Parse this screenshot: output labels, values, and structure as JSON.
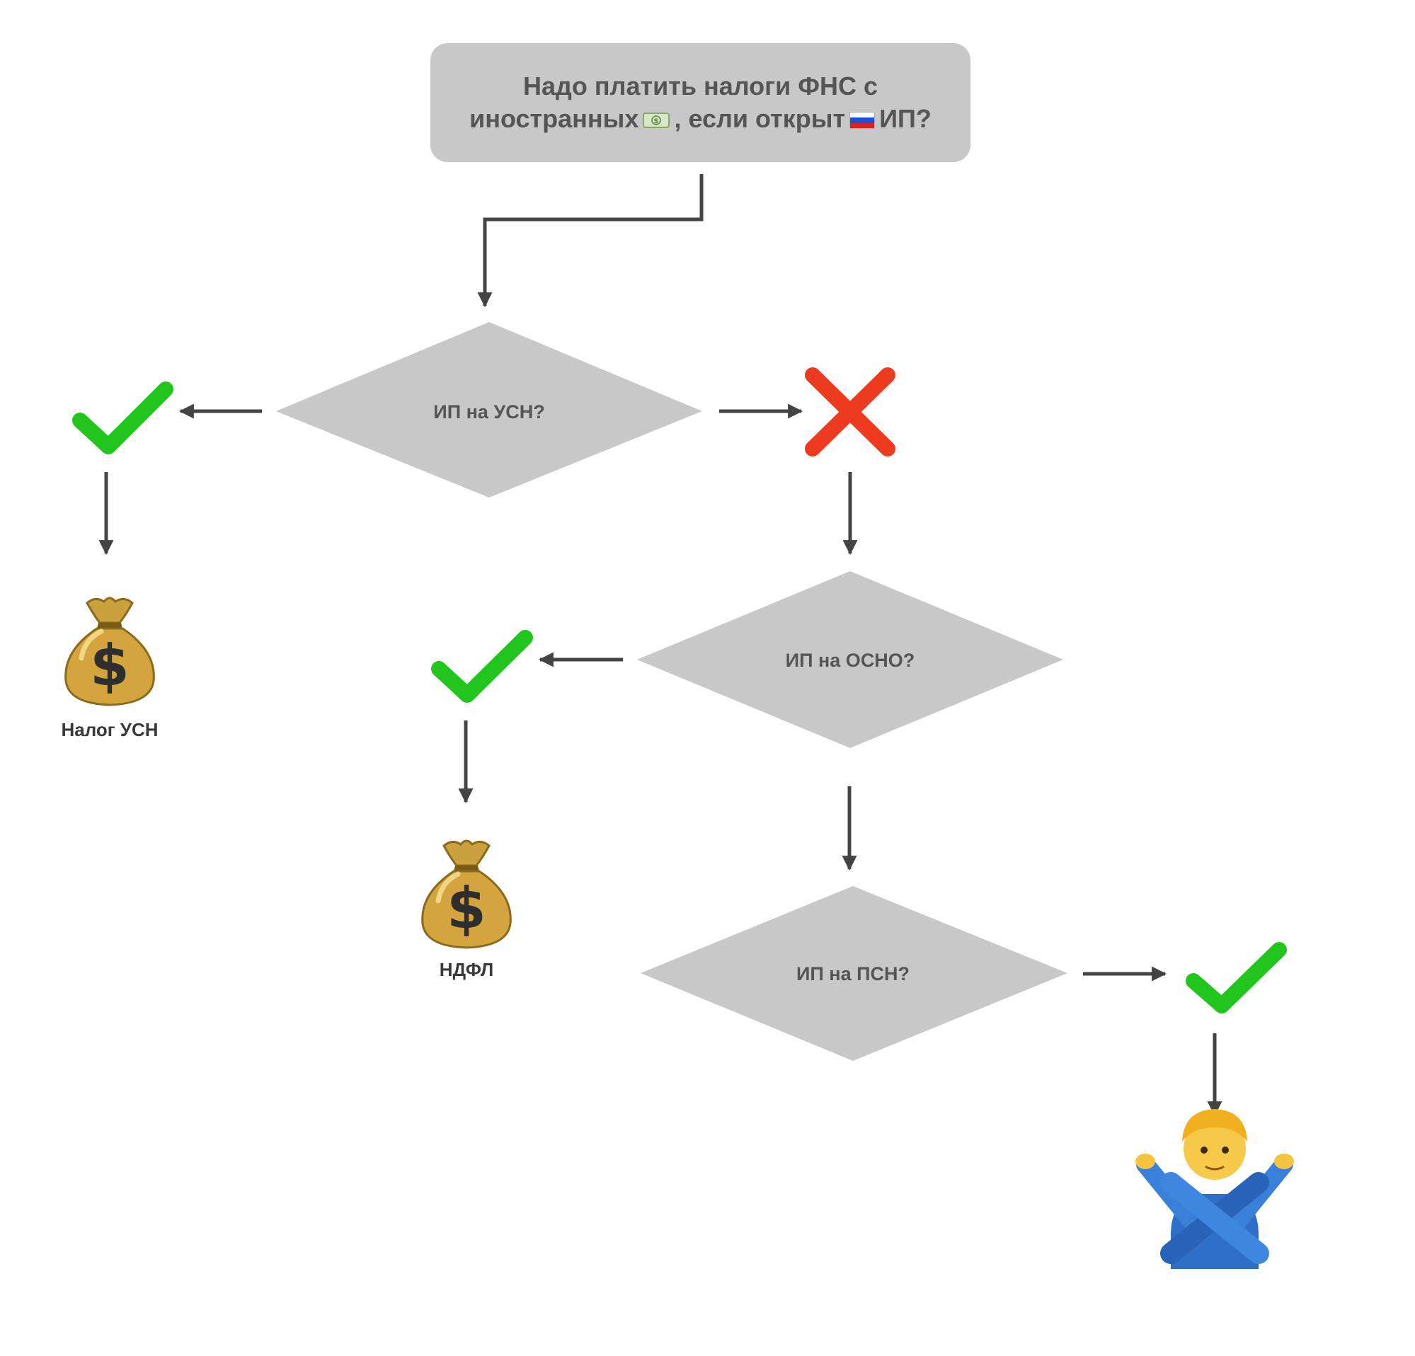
{
  "title_box": {
    "line1": "Надо платить налоги ФНС с",
    "line2_part1": "иностранных",
    "line2_part2": ", если открыт",
    "line2_part3": "ИП?",
    "icons": [
      "money-banknote-icon",
      "russia-flag-icon"
    ]
  },
  "decisions": [
    {
      "id": "usn",
      "question": "ИП на УСН?",
      "yes_branch": "left",
      "no_branch": "right"
    },
    {
      "id": "osno",
      "question": "ИП на ОСНО?",
      "yes_branch": "left",
      "no_branch": "down"
    },
    {
      "id": "psn",
      "question": "ИП на ПСН?",
      "yes_branch": "right"
    }
  ],
  "results": [
    {
      "icon": "money-bag-icon",
      "label": "Налог УСН"
    },
    {
      "icon": "money-bag-icon",
      "label": "НДФЛ"
    },
    {
      "icon": "person-gesturing-no-icon",
      "label": ""
    }
  ],
  "colors": {
    "box_fill": "#c8c8c8",
    "text": "#555555",
    "arrow": "#444444",
    "check": "#22c51e",
    "cross": "#ee3a1e",
    "background": "#ffffff"
  }
}
